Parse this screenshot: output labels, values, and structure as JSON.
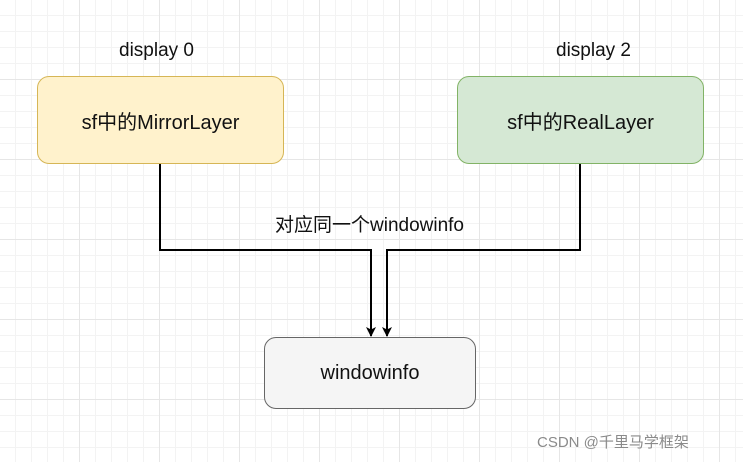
{
  "nodes": {
    "mirror": {
      "text": "sf中的MirrorLayer",
      "fill": "#fff2cc",
      "stroke": "#d6b656"
    },
    "real": {
      "text": "sf中的RealLayer",
      "fill": "#d5e8d4",
      "stroke": "#82b366"
    },
    "windowinfo": {
      "text": "windowinfo",
      "fill": "#f5f5f5",
      "stroke": "#666666"
    }
  },
  "labels": {
    "display_left": "display 0",
    "display_right": "display 2",
    "edge": "对应同一个windowinfo"
  },
  "watermark": "CSDN @千里马学框架"
}
